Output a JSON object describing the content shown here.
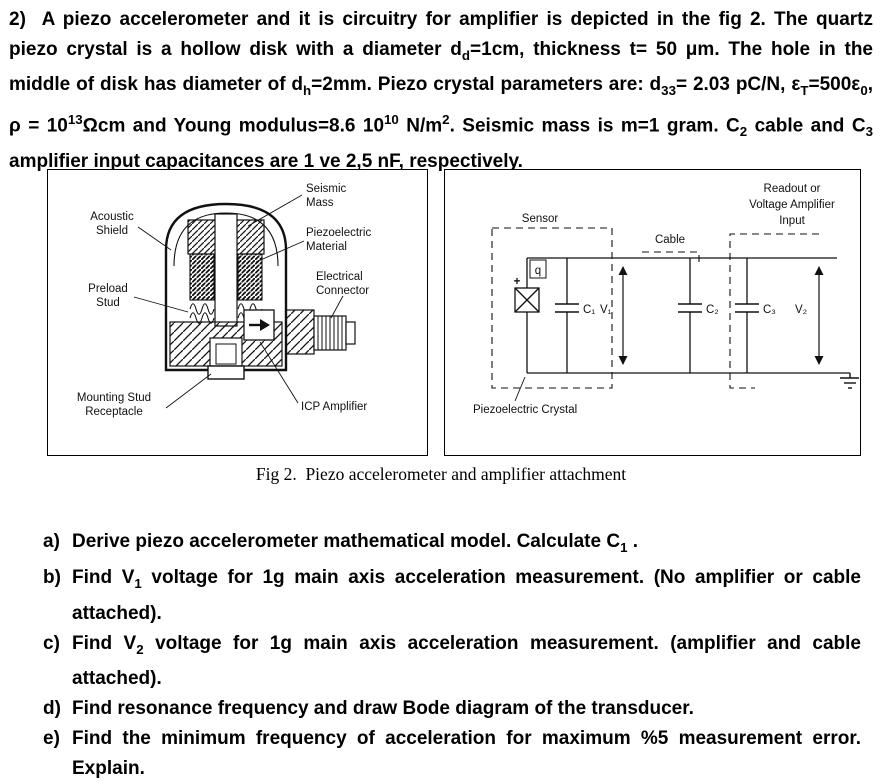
{
  "page": {
    "problem_html": "<b>2)</b>&nbsp; A piezo accelerometer and it is circuitry for amplifier is depicted in the fig 2. The quartz piezo crystal is a hollow disk with a diameter d<sub>d</sub>=1cm, thickness t= 50 μm. The hole in the middle of disk has diameter of d<sub>h</sub>=2mm. Piezo crystal parameters are:  d<sub>33</sub>= 2.03 pC/N, ε<sub>T</sub>=500ε<sub>0</sub>, ρ = 10<sup>13</sup>Ωcm and Young modulus=8.6 10<sup>10</sup> N/m<sup>2</sup>.  Seismic mass is m=1 gram.  C<sub>2</sub> cable and C<sub>3</sub> amplifier input capacitances are 1 ve 2,5 nF, respectively.",
    "caption": "Fig 2.  Piezo accelerometer and amplifier attachment",
    "questions": [
      {
        "letter": "a)",
        "html": "Derive piezo accelerometer mathematical model. Calculate C<sub>1</sub> ."
      },
      {
        "letter": "b)",
        "html": "Find V<sub>1</sub> voltage for 1g main axis acceleration measurement. (No amplifier or cable attached)."
      },
      {
        "letter": "c)",
        "html": "Find V<sub>2</sub> voltage for 1g main axis acceleration measurement. (amplifier and cable attached)."
      },
      {
        "letter": "d)",
        "html": "Find resonance frequency and draw Bode diagram of the transducer."
      },
      {
        "letter": "e)",
        "html": "Find the minimum frequency of acceleration for maximum %5 measurement error. Explain."
      }
    ]
  },
  "fig_accelerometer": {
    "labels": {
      "acoustic_shield": [
        "Acoustic",
        "Shield"
      ],
      "preload_stud": [
        "Preload",
        "Stud"
      ],
      "mounting_stud_receptacle": [
        "Mounting Stud",
        "Receptacle"
      ],
      "seismic_mass": [
        "Seismic",
        "Mass"
      ],
      "piezoelectric_material": [
        "Piezoelectric",
        "Material"
      ],
      "electrical_connector": [
        "Electrical",
        "Connector"
      ],
      "icp_amplifier": "ICP Amplifier"
    }
  },
  "fig_circuit": {
    "labels": {
      "sensor": "Sensor",
      "cable": "Cable",
      "readout_line1": "Readout or",
      "readout_line2": "Voltage Amplifier",
      "readout_line3": "Input",
      "piezoelectric_crystal": "Piezoelectric Crystal",
      "charge": "q",
      "plus": "+",
      "c1": "C₁",
      "v1": "V₁",
      "c2": "C₂",
      "c3": "C₃",
      "v2": "V₂"
    }
  }
}
